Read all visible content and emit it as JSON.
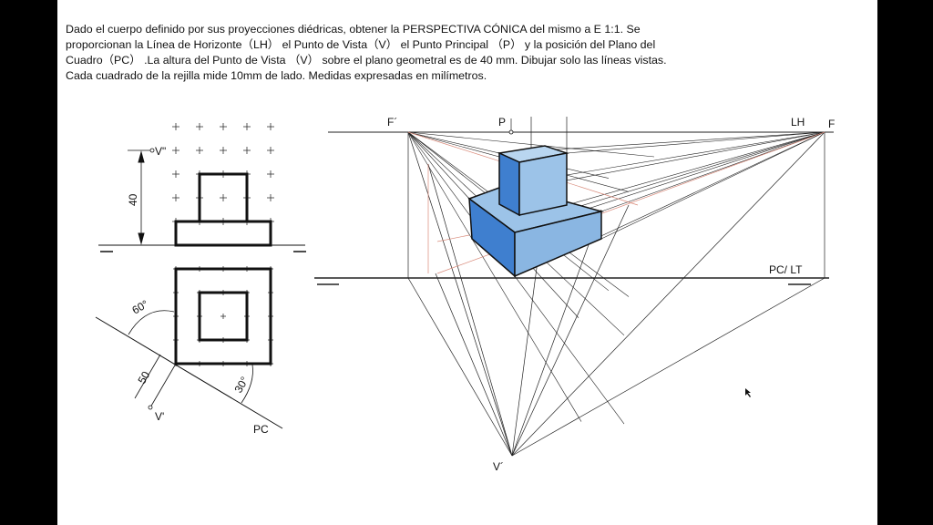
{
  "statement": {
    "lines": [
      "Dado el cuerpo definido por sus proyecciones diédricas, obtener la PERSPECTIVA CÓNICA del mismo a E 1:1. Se",
      "proporcionan la Línea de Horizonte（LH） el Punto de Vista（V） el Punto Principal （P） y la posición del Plano del",
      "Cuadro（PC） .La altura del Punto de Vista （V） sobre el plano geometral es de 40 mm. Dibujar solo las líneas vistas.",
      "Cada cuadrado de la rejilla mide 10mm de lado. Medidas expresadas en milímetros."
    ]
  },
  "orthographic": {
    "v_elevation_label": "V\"",
    "height_dimension": "40",
    "angle_60": "60°",
    "angle_30": "30°",
    "distance_dimension": "50",
    "v_plan_label": "V'",
    "pc_label": "PC"
  },
  "perspective": {
    "f_left_label": "F´",
    "p_label": "P",
    "lh_label": "LH",
    "f_right_label": "F",
    "pc_lt_label": "PC/ LT",
    "v_label": "V´"
  },
  "colors": {
    "cube_dark": "#3f7fcf",
    "cube_light": "#9cc3e8",
    "construction_red": "#d98a7a"
  }
}
